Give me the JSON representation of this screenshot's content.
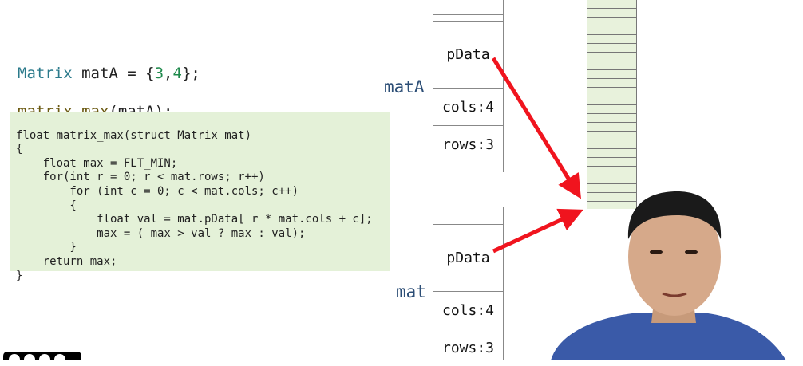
{
  "top_code": {
    "line1": {
      "type": "Matrix",
      "var": " matA = {",
      "n1": "3",
      "comma": ",",
      "n2": "4",
      "end": "};"
    },
    "line2": {
      "fn": "matrix_max",
      "args": "(matA);"
    }
  },
  "function_code": [
    "float matrix_max(struct Matrix mat)",
    "{",
    "    float max = FLT_MIN;",
    "    for(int r = 0; r < mat.rows; r++)",
    "        for (int c = 0; c < mat.cols; c++)",
    "        {",
    "            float val = mat.pData[ r * mat.cols + c];",
    "            max = ( max > val ? max : val);",
    "        }",
    "    return max;",
    "}"
  ],
  "memory": {
    "matA": {
      "label": "matA",
      "pdata": "pData",
      "cols": "cols:4",
      "rows": "rows:3"
    },
    "mat": {
      "label": "mat",
      "pdata": "pData",
      "cols": "cols:4",
      "rows": "rows:3"
    }
  },
  "colors": {
    "arrow": "#f0141e",
    "code_bg": "#e4f1d8",
    "label": "#2c4e76"
  },
  "icons": [
    "creative-commons-icon",
    "attribution-icon",
    "noncommercial-icon",
    "sharealike-icon"
  ]
}
